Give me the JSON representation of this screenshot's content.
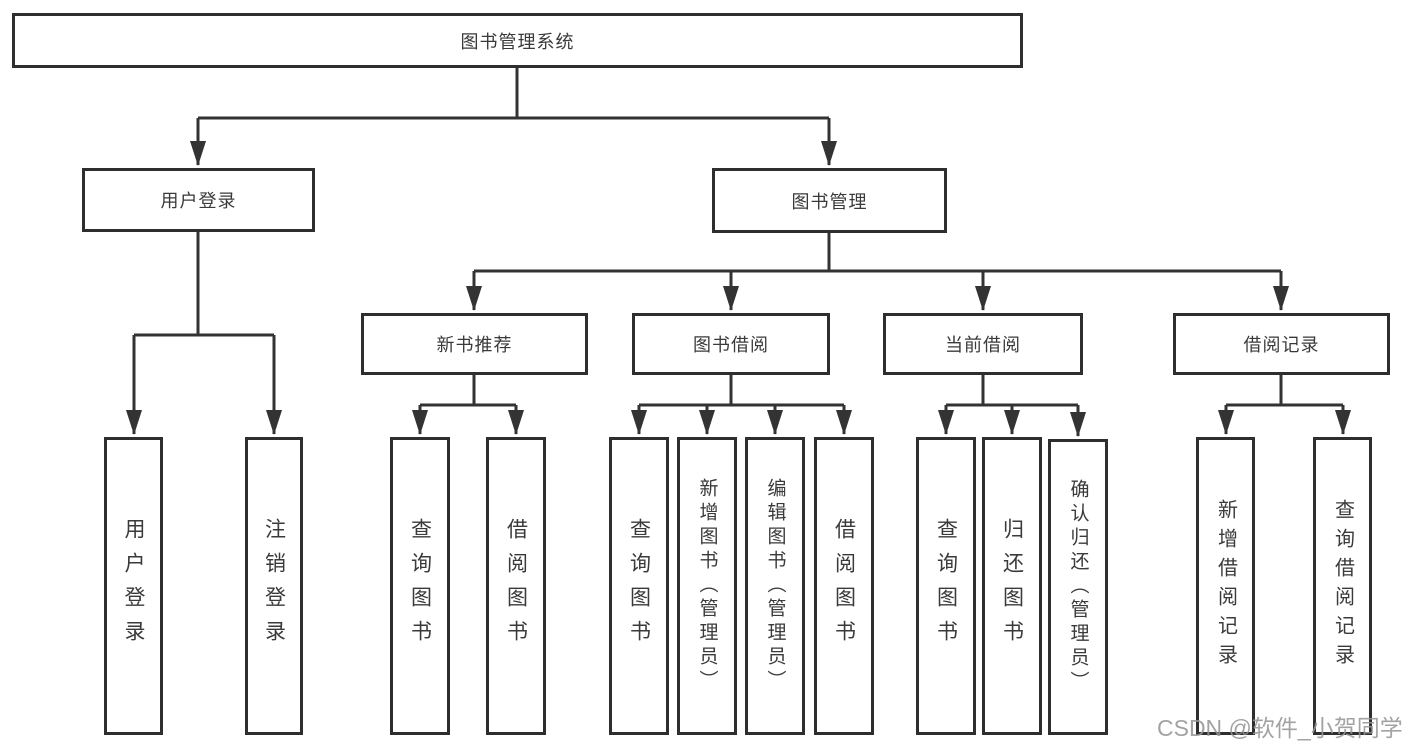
{
  "tree": {
    "root": "图书管理系统",
    "user_login": {
      "label": "用户登录",
      "children": [
        "用户登录",
        "注销登录"
      ]
    },
    "book_management": {
      "label": "图书管理",
      "children": [
        {
          "label": "新书推荐",
          "children": [
            "查询图书",
            "借阅图书"
          ]
        },
        {
          "label": "图书借阅",
          "children": [
            "查询图书",
            "新增图书（管理员）",
            "编辑图书（管理员）",
            "借阅图书"
          ]
        },
        {
          "label": "当前借阅",
          "children": [
            "查询图书",
            "归还图书",
            "确认归还（管理员）"
          ]
        },
        {
          "label": "借阅记录",
          "children": [
            "新增借阅记录",
            "查询借阅记录"
          ]
        }
      ]
    }
  },
  "watermark": "CSDN @软件_小贺同学",
  "colors": {
    "line": "#333333",
    "box_border": "#2e2e2e",
    "box_background": "#ffffff",
    "text": "#3a3a3a",
    "watermark": "#969696"
  }
}
